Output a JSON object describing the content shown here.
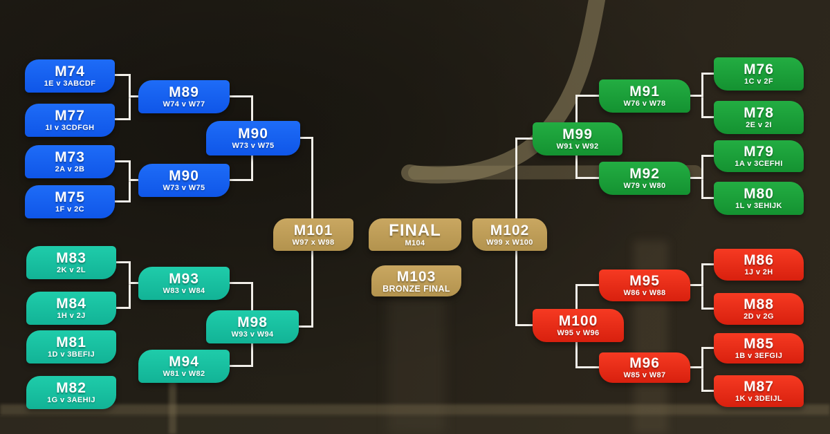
{
  "colors": {
    "background": "#241f18",
    "blue": "#1560f2",
    "teal": "#16c3a2",
    "green": "#1aa43c",
    "red": "#ee2d18",
    "gold": "#c3a259",
    "connector": "#f2efe9",
    "text": "#ffffff"
  },
  "matches": {
    "m74": {
      "title": "M74",
      "sub": "1E v 3ABCDF"
    },
    "m77": {
      "title": "M77",
      "sub": "1I v 3CDFGH"
    },
    "m89": {
      "title": "M89",
      "sub": "W74 v W77"
    },
    "m73": {
      "title": "M73",
      "sub": "2A v 2B"
    },
    "m75": {
      "title": "M75",
      "sub": "1F v 2C"
    },
    "m90_qf": {
      "title": "M90",
      "sub": "W73 v W75"
    },
    "m90_sf": {
      "title": "M90",
      "sub": "W73 v W75"
    },
    "m83": {
      "title": "M83",
      "sub": "2K v 2L"
    },
    "m84": {
      "title": "M84",
      "sub": "1H v 2J"
    },
    "m93": {
      "title": "M93",
      "sub": "W83 v W84"
    },
    "m81": {
      "title": "M81",
      "sub": "1D v 3BEFIJ"
    },
    "m82": {
      "title": "M82",
      "sub": "1G v 3AEHIJ"
    },
    "m94": {
      "title": "M94",
      "sub": "W81 v W82"
    },
    "m98": {
      "title": "M98",
      "sub": "W93 v W94"
    },
    "m101": {
      "title": "M101",
      "sub": "W97 x W98"
    },
    "final": {
      "title": "FINAL",
      "sub": "M104"
    },
    "m103": {
      "title": "M103",
      "sub": "BRONZE FINAL"
    },
    "m102": {
      "title": "M102",
      "sub": "W99 x W100"
    },
    "m76": {
      "title": "M76",
      "sub": "1C v 2F"
    },
    "m78": {
      "title": "M78",
      "sub": "2E v 2I"
    },
    "m91": {
      "title": "M91",
      "sub": "W76 v W78"
    },
    "m79": {
      "title": "M79",
      "sub": "1A v 3CEFHI"
    },
    "m80": {
      "title": "M80",
      "sub": "1L v 3EHIJK"
    },
    "m92": {
      "title": "M92",
      "sub": "W79 v W80"
    },
    "m99": {
      "title": "M99",
      "sub": "W91 v W92"
    },
    "m86": {
      "title": "M86",
      "sub": "1J v 2H"
    },
    "m88": {
      "title": "M88",
      "sub": "2D v 2G"
    },
    "m95": {
      "title": "M95",
      "sub": "W86 v W88"
    },
    "m85": {
      "title": "M85",
      "sub": "1B v 3EFGIJ"
    },
    "m87": {
      "title": "M87",
      "sub": "1K v 3DEIJL"
    },
    "m96": {
      "title": "M96",
      "sub": "W85 v W87"
    },
    "m100": {
      "title": "M100",
      "sub": "W95 v W96"
    }
  }
}
